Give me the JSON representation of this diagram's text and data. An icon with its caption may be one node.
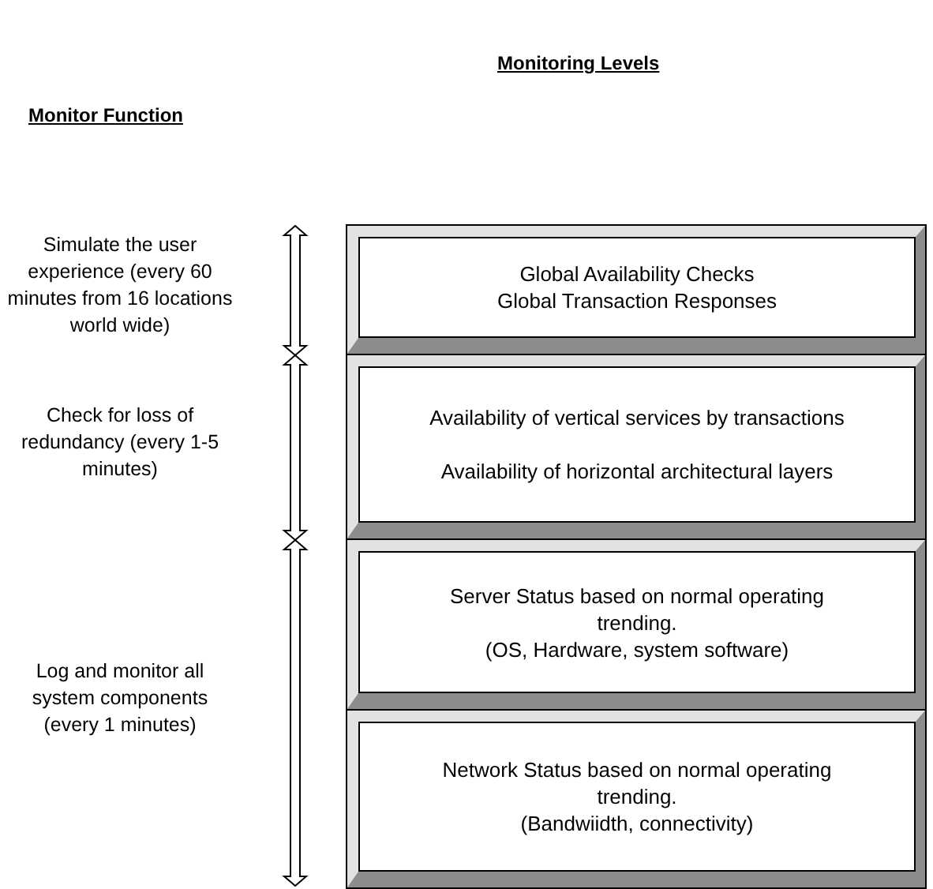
{
  "diagram": {
    "title": "Monitoring Levels",
    "nodes": [
      {
        "text": [
          "Global Availability Checks",
          "Global Transaction Responses"
        ]
      },
      {
        "text": [
          "Availability of vertical services by transactions",
          "Availability of horizontal architectural layers"
        ]
      },
      {
        "text": [
          "Server Status based on normal operating trending.",
          "(OS, Hardware, system software)"
        ]
      },
      {
        "text": [
          "Network Status based on normal operating trending.",
          "(Bandwiidth, connectivity)"
        ]
      }
    ],
    "labels": [
      "Monitor Function",
      "Simulate the user experience (every 60 minutes from 16 locations world wide)",
      "Check for loss of redundancy (every 1-5 minutes)",
      "Log and monitor all system components (every 1 minutes)"
    ]
  }
}
